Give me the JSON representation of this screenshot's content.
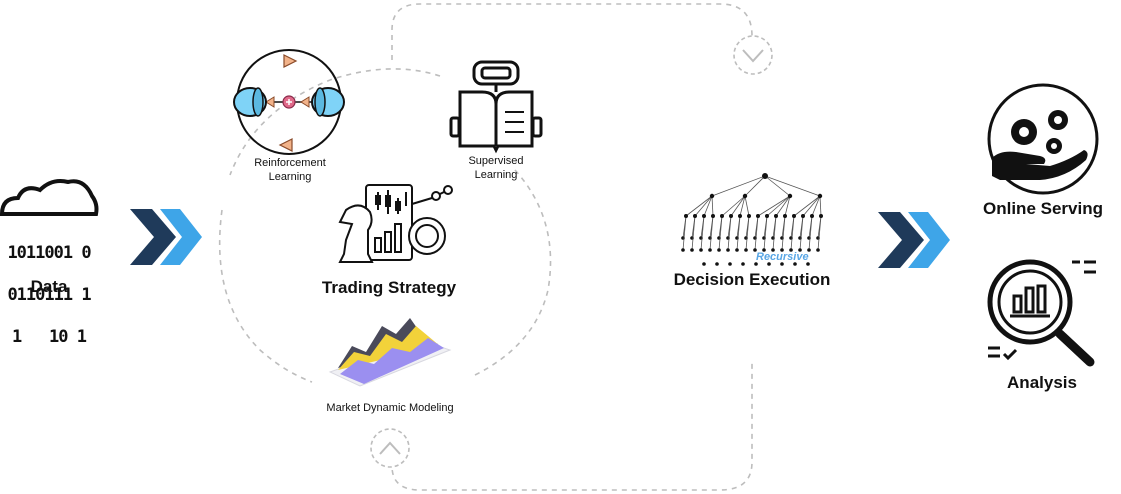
{
  "labels": {
    "data": "Data",
    "reinforcement_learning": "Reinforcement\nLearning",
    "supervised_learning": "Supervised\nLearning",
    "trading_strategy": "Trading Strategy",
    "market_dynamic_modeling": "Market Dynamic Modeling",
    "decision_execution": "Decision Execution",
    "recursive": "Recursive",
    "online_serving": "Online Serving",
    "analysis": "Analysis"
  },
  "binary_rows": [
    "1011001 0",
    "0110111 1",
    "1   10 1"
  ],
  "colors": {
    "arrow_dark": "#1f3a5a",
    "arrow_light": "#3ea5e8",
    "lens": "#7fd3f7",
    "wave_yellow": "#f2d23a",
    "wave_purple": "#9b8ff0",
    "wave_gray": "#4a4a5a",
    "dashed": "#bdbdbd"
  },
  "icons": [
    "cloud-binary-icon",
    "chevron-double-right-icon",
    "reinforcement-cycle-icon",
    "robot-reading-book-icon",
    "trading-chess-chart-icon",
    "market-wave-chart-icon",
    "decision-tree-icon",
    "hand-gears-icon",
    "magnifier-bar-chart-icon",
    "chevron-down-icon",
    "chevron-up-icon"
  ]
}
